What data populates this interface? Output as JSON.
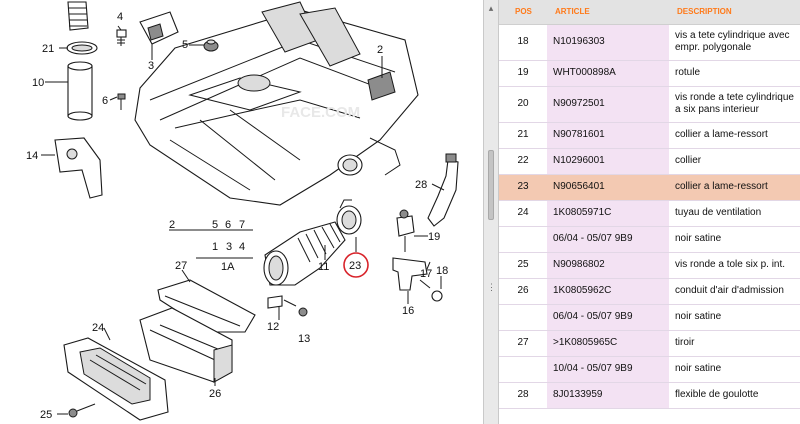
{
  "diagram": {
    "watermark": "FACE.COM",
    "callouts": [
      "2",
      "3",
      "4",
      "5",
      "6",
      "7",
      "1",
      "3",
      "4",
      "1A",
      "10",
      "11",
      "12",
      "13",
      "14",
      "16",
      "17",
      "18",
      "19",
      "21",
      "23",
      "24",
      "25",
      "26",
      "27",
      "28"
    ],
    "selected_callout": "23",
    "accent_color": "#d8232a"
  },
  "table": {
    "headers": {
      "pos": "POS",
      "article": "ARTICLE",
      "description": "DESCRIPTION"
    },
    "header_color": "#ff7a1a",
    "selected_row_color": "#f3c9b2",
    "article_cell_color": "#f3e2f3",
    "rows": [
      {
        "pos": "18",
        "article": "N10196303",
        "description": "vis a tete cylindrique avec empr. polygonale"
      },
      {
        "pos": "19",
        "article": "WHT000898A",
        "description": "rotule"
      },
      {
        "pos": "20",
        "article": "N90972501",
        "description": "vis ronde a tete cylindrique a six pans interieur"
      },
      {
        "pos": "21",
        "article": "N90781601",
        "description": "collier a lame-ressort"
      },
      {
        "pos": "22",
        "article": "N10296001",
        "description": "collier"
      },
      {
        "pos": "23",
        "article": "N90656401",
        "description": "collier a lame-ressort",
        "selected": true
      },
      {
        "pos": "24",
        "article": "1K0805971C",
        "description": "tuyau de ventilation"
      },
      {
        "pos": "",
        "article": "06/04 - 05/07  9B9",
        "description": "noir satine"
      },
      {
        "pos": "25",
        "article": "N90986802",
        "description": "vis ronde a tole six p. int."
      },
      {
        "pos": "26",
        "article": "1K0805962C",
        "description": "conduit d'air d'admission"
      },
      {
        "pos": "",
        "article": "06/04 - 05/07  9B9",
        "description": "noir satine"
      },
      {
        "pos": "27",
        "article": ">1K0805965C",
        "description": "tiroir"
      },
      {
        "pos": "",
        "article": "10/04 - 05/07  9B9",
        "description": "noir satine"
      },
      {
        "pos": "28",
        "article": "8J0133959",
        "description": "flexible de goulotte"
      }
    ]
  },
  "scrollbar": {
    "up_arrow": "▴",
    "grip": "⋮"
  }
}
